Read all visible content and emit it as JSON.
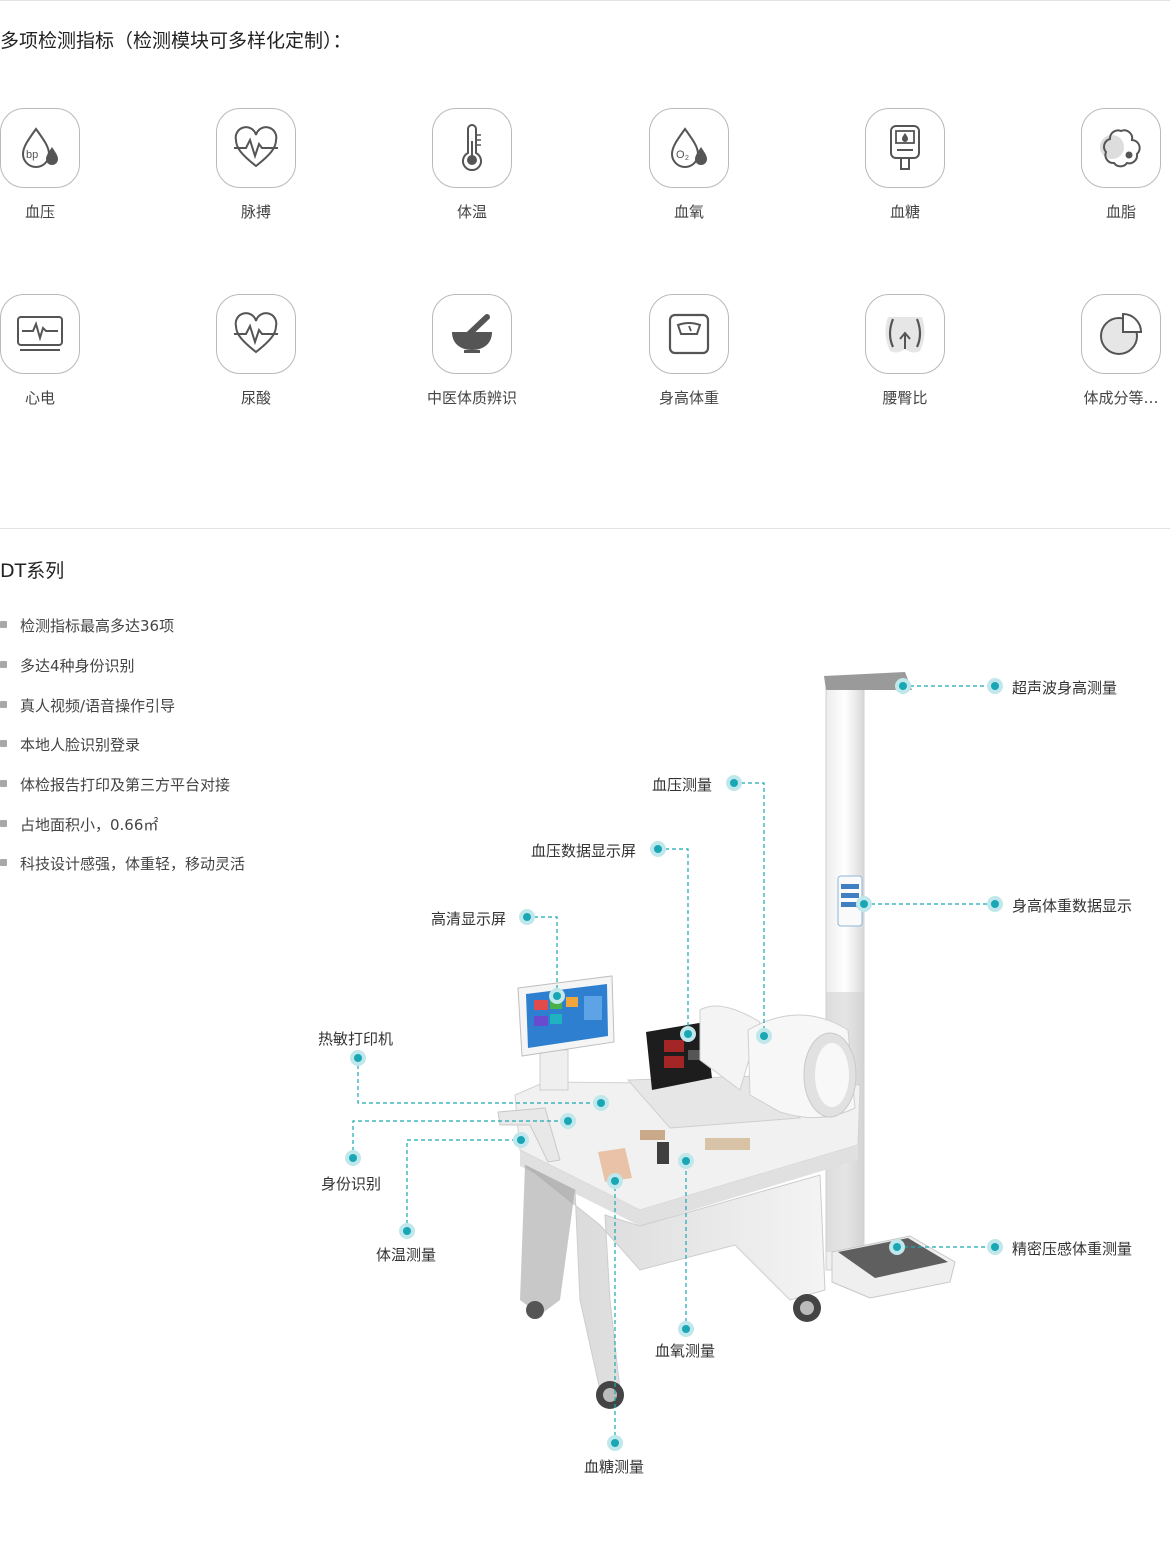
{
  "section1": {
    "title": "多项检测指标（检测模块可多样化定制）：",
    "indicators": [
      {
        "label": "血压",
        "icon": "blood-pressure-drop-icon"
      },
      {
        "label": "脉搏",
        "icon": "pulse-heart-icon"
      },
      {
        "label": "体温",
        "icon": "thermometer-icon"
      },
      {
        "label": "血氧",
        "icon": "oxygen-drop-icon"
      },
      {
        "label": "血糖",
        "icon": "glucose-meter-icon"
      },
      {
        "label": "血脂",
        "icon": "blood-lipid-icon"
      },
      {
        "label": "心电",
        "icon": "ecg-monitor-icon"
      },
      {
        "label": "尿酸",
        "icon": "uric-acid-heart-icon"
      },
      {
        "label": "中医体质辨识",
        "icon": "mortar-pestle-icon"
      },
      {
        "label": "身高体重",
        "icon": "scale-icon"
      },
      {
        "label": "腰臀比",
        "icon": "waist-hip-icon"
      },
      {
        "label": "体成分等…",
        "icon": "pie-chart-icon"
      }
    ]
  },
  "section2": {
    "title": "DT系列",
    "features": [
      "检测指标最高多达36项",
      "多达4种身份识别",
      "真人视频/语音操作引导",
      "本地人脸识别登录",
      "体检报告打印及第三方平台对接",
      "占地面积小，0.66㎡",
      "科技设计感强，体重轻，移动灵活"
    ],
    "callouts": {
      "ultrasonic_height": "超声波身高测量",
      "blood_pressure": "血压测量",
      "bp_display": "血压数据显示屏",
      "height_weight_display": "身高体重数据显示",
      "hd_screen": "高清显示屏",
      "thermal_printer": "热敏打印机",
      "id_recognition": "身份识别",
      "temperature": "体温测量",
      "precision_weight": "精密压感体重测量",
      "spo2": "血氧测量",
      "glucose": "血糖测量"
    },
    "colors": {
      "accent": "#1aa7b5",
      "accent_light": "#bfe7ec"
    }
  }
}
